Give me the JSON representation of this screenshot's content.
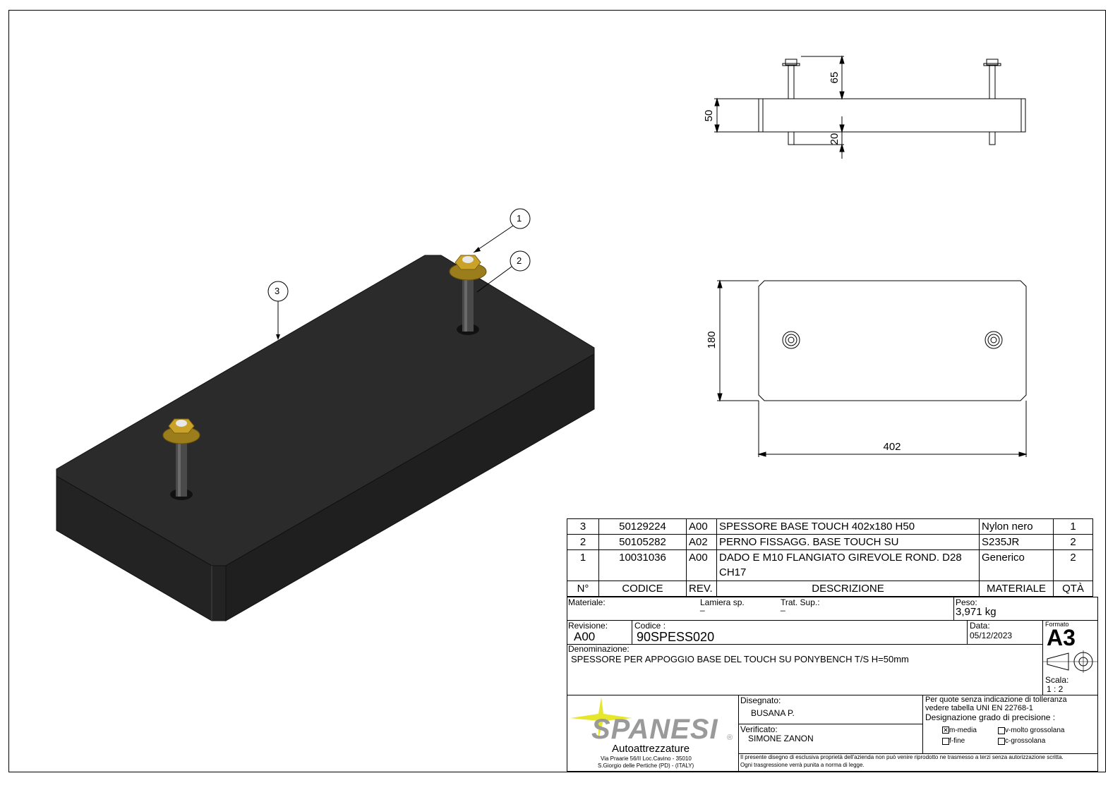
{
  "balloons": [
    {
      "id": "balloon-1",
      "label": "1"
    },
    {
      "id": "balloon-2",
      "label": "2"
    },
    {
      "id": "balloon-3",
      "label": "3"
    }
  ],
  "dimensions": {
    "top_view": {
      "bolt_length": "65",
      "thickness": "50",
      "bolt_below": "20"
    },
    "front_view": {
      "width": "180",
      "length": "402"
    }
  },
  "bom": {
    "rows": [
      {
        "n": "3",
        "codice": "50129224",
        "rev": "A00",
        "descrizione": "SPESSORE BASE TOUCH 402x180 H50",
        "materiale": "Nylon nero",
        "qta": "1"
      },
      {
        "n": "2",
        "codice": "50105282",
        "rev": "A02",
        "descrizione": "PERNO FISSAGG. BASE TOUCH SU",
        "materiale": "S235JR",
        "qta": "2"
      },
      {
        "n": "1",
        "codice": "10031036",
        "rev": "A00",
        "descrizione": "DADO E M10 FLANGIATO GIREVOLE ROND. D28",
        "descrizione2": "CH17",
        "materiale": "Generico",
        "qta": "2"
      }
    ],
    "header": {
      "n": "N°",
      "codice": "CODICE",
      "rev": "REV.",
      "descrizione": "DESCRIZIONE",
      "materiale": "MATERIALE",
      "qta": "QTÀ"
    }
  },
  "title_block": {
    "materiale_label": "Materiale:",
    "lamiera_label": "Lamiera sp.",
    "lamiera_value": "_",
    "trat_label": "Trat. Sup.:",
    "trat_value": "_",
    "peso_label": "Peso:",
    "peso_value": "3,971 kg",
    "revisione_label": "Revisione:",
    "revisione_value": "A00",
    "codice_label": "Codice :",
    "codice_value": "90SPESS020",
    "data_label": "Data:",
    "data_value": "05/12/2023",
    "formato_label": "Formato",
    "formato_value": "A3",
    "denominazione_label": "Denominazione:",
    "denominazione_value": "SPESSORE PER APPOGGIO BASE DEL TOUCH SU PONYBENCH T/S  H=50mm",
    "scala_label": "Scala:",
    "scala_value": "1 : 2",
    "disegnato_label": "Disegnato:",
    "disegnato_value": "BUSANA P.",
    "verificato_label": "Verificato:",
    "verificato_value": "SIMONE ZANON",
    "tolerance_line1": "Per quote senza indicazione di tolleranza",
    "tolerance_line2": "vedere tabella UNI EN 22768-1",
    "tolerance_line3": "Designazione grado di precisione :",
    "opt_m": "m-media",
    "opt_v": "v-molto grossolana",
    "opt_f": "f-fine",
    "opt_c": "c-grossolana",
    "legal_line1": "Il presente disegno di esclusiva proprietà dell'azienda non può venire riprodotto ne trasmesso a terzi senza autorizzazione scritta.",
    "legal_line2": "Ogni trasgressione verrà punita a norma di legge."
  },
  "company": {
    "name": "SPANESI",
    "registered": "®",
    "subtitle": "Autoattrezzature",
    "address1": "Via Praarie 56/II  Loc.Cavino - 35010",
    "address2": "S.Giorgio delle Pertiche (PD) - (ITALY)"
  },
  "colors": {
    "part_dark": "#2a2a2a",
    "nut_gold": "#c9a227",
    "logo_yellow": "#e6e62a",
    "logo_gray": "#9a9a9a"
  }
}
